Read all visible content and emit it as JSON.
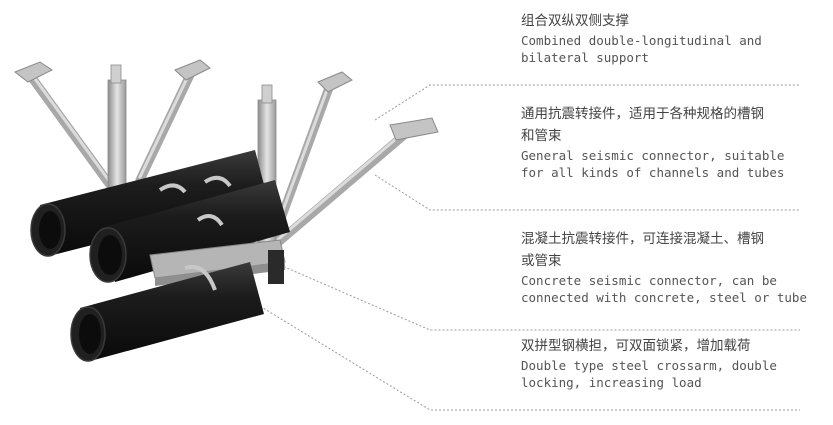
{
  "annotations": [
    {
      "zh": "组合双纵双侧支撑",
      "en": [
        "Combined double-longitudinal and",
        "bilateral support"
      ]
    },
    {
      "zh": [
        "通用抗震转接件，适用于各种规格的槽钢",
        "和管束"
      ],
      "en": [
        "General seismic connector, suitable",
        "for all kinds of channels and tubes"
      ]
    },
    {
      "zh": [
        "混凝土抗震转接件，可连接混凝土、槽钢",
        "或管束"
      ],
      "en": [
        "Concrete seismic connector, can be",
        "connected with concrete, steel or tube"
      ]
    },
    {
      "zh": "双拼型钢横担，可双面锁紧，增加载荷",
      "en": [
        "Double type steel crossarm, double",
        "locking, increasing load"
      ]
    }
  ],
  "colors": {
    "pipe": "#1a1a1a",
    "steel": "#b8b8b8",
    "leader": "#999999"
  }
}
